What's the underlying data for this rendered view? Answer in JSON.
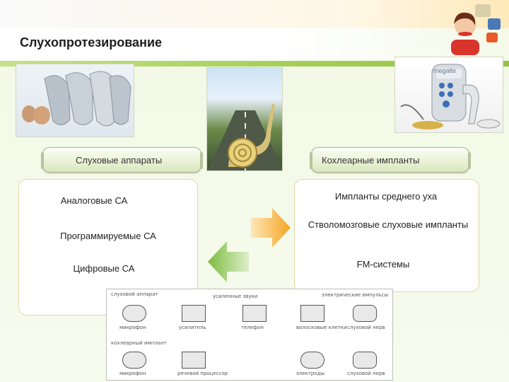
{
  "slide": {
    "title": "Слухопротезирование",
    "photo_watermark": "megalte"
  },
  "left": {
    "tab_label": "Слуховые аппараты",
    "items": [
      "Аналоговые СА",
      "Программируемые СА",
      "Цифровые СА"
    ]
  },
  "right": {
    "tab_label": "Кохлеарные импланты",
    "items": [
      "Импланты среднего уха",
      "Стволомозговые слуховые импланты",
      "FM-системы"
    ]
  },
  "diagram": {
    "row1_title": "слуховой аппарат",
    "row1_labels": [
      "микрофон",
      "усилитель",
      "усиленные звуки",
      "телефон",
      "волосковые клетки",
      "электрические импульсы",
      "слуховой нерв"
    ],
    "row2_title": "кохлеарный имплант",
    "row2_labels": [
      "микрофон",
      "речевой процессор",
      "электроды",
      "слуховой нерв"
    ]
  },
  "colors": {
    "accent_green": "#92c33f",
    "arrow_orange": "#f5a623",
    "arrow_green": "#7dbb42"
  },
  "icons": [
    "hearing-aid-photo",
    "snail-photo",
    "implant-remote-photo",
    "person-puzzle-icon"
  ]
}
